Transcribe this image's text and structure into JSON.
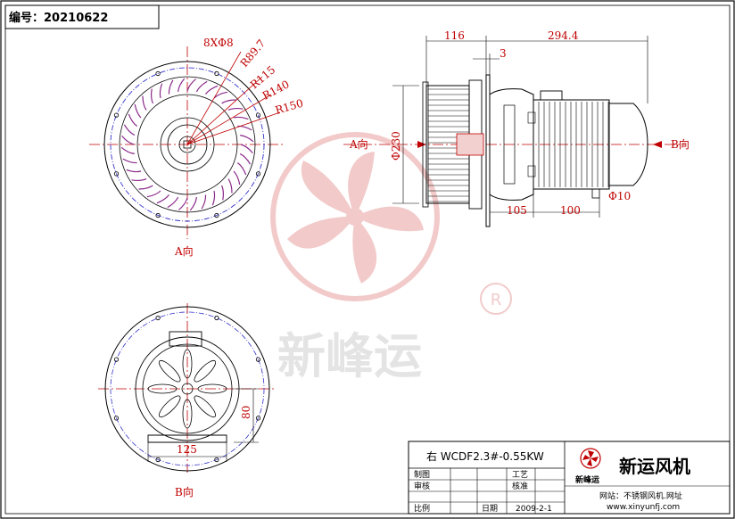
{
  "header": {
    "drawing_no_label": "编号：",
    "drawing_no": "20210622"
  },
  "front_view": {
    "hole_spec": "8XΦ8",
    "radius_labels": [
      "R89.7",
      "R115",
      "R140",
      "R150"
    ],
    "view_label": "A向"
  },
  "side_view": {
    "width_left": "116",
    "width_right": "294.4",
    "flange_thickness": "3",
    "diameter": "Φ230",
    "dim_bottom_left": "105",
    "dim_bottom_right": "100",
    "bolt_dia": "Φ10",
    "left_view_label": "A向",
    "right_view_label": "B向"
  },
  "rear_view": {
    "dim_horizontal": "125",
    "dim_vertical": "80",
    "view_label": "B向"
  },
  "watermark": {
    "brand": "新峰运",
    "registered": "R"
  },
  "title_block": {
    "model": "右 WCDF2.3#-0.55KW",
    "company": "新运风机",
    "logo_text": "新峰运",
    "website_label": "网站：不锈钢风机.网址",
    "website_url": "www.xinyunfj.com",
    "rows": [
      {
        "left": "制图",
        "right": "工艺"
      },
      {
        "left": "审核",
        "right": "核准"
      },
      {
        "left": "比例",
        "mid": "日期",
        "right": "2009-2-1"
      }
    ]
  },
  "colors": {
    "dim_red": "#c00000",
    "center_blue": "#3333cc",
    "blade_purple": "#8a2a8a",
    "watermark_red": "#e8a0a0"
  }
}
